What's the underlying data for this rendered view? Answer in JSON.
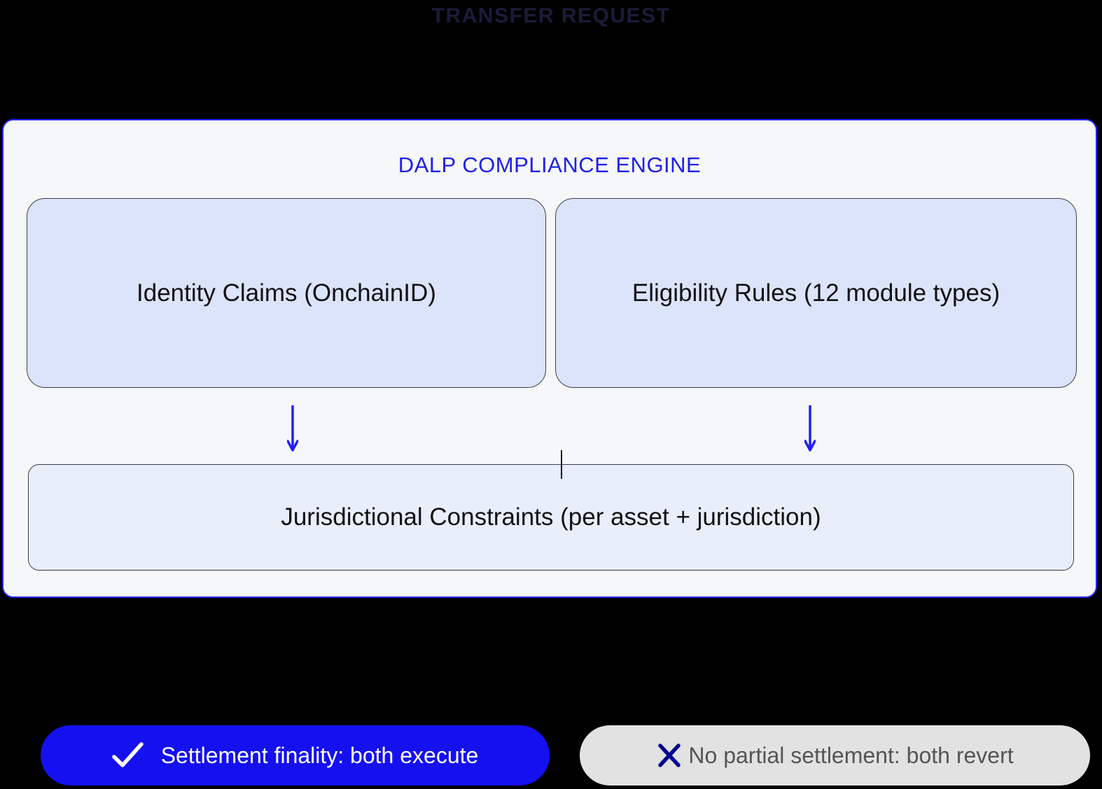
{
  "page": {
    "title": "TRANSFER REQUEST",
    "background_color": "#000000",
    "title_color": "#1b1b3a"
  },
  "engine_panel": {
    "heading": "DALP COMPLIANCE ENGINE",
    "heading_color": "#1f1fe8",
    "panel_background": "#f5f7f8",
    "panel_border_color": "#2626f5",
    "input_boxes": [
      {
        "label": "Identity Claims (OnchainID)",
        "background": "#dce4f9"
      },
      {
        "label": "Eligibility Rules (12 module types)",
        "background": "#dce4f9"
      }
    ],
    "arrows": {
      "icon": "arrow-down-icon",
      "color": "#2020f0",
      "count": 2
    },
    "constraints_box": {
      "label": "Jurisdictional Constraints (per asset + jurisdiction)",
      "background": "#e9eefb"
    }
  },
  "outcome_badges": [
    {
      "icon": "check-icon",
      "icon_color": "#ffffff",
      "label": "Settlement finality: both execute",
      "background": "#1410f0",
      "text_color": "#ffffff"
    },
    {
      "icon": "x-icon",
      "icon_color": "#000090",
      "label": "No partial settlement: both revert",
      "background": "#e2e2e2",
      "text_color": "#555555"
    }
  ]
}
